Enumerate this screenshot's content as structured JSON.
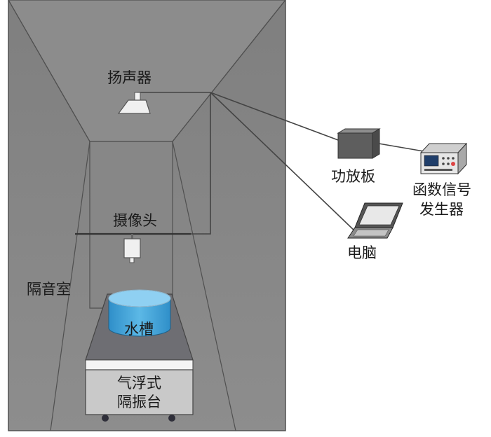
{
  "labels": {
    "speaker": "扬声器",
    "camera": "摄像头",
    "soundproof_room": "隔音室",
    "water_tank": "水槽",
    "isolation_table_line1": "气浮式",
    "isolation_table_line2": "隔振台",
    "amplifier": "功放板",
    "function_generator_line1": "函数信号",
    "function_generator_line2": "发生器",
    "computer": "电脑"
  },
  "colors": {
    "room_wall": "#8a8a8a",
    "room_edge": "#505050",
    "water": "#3aa0d6",
    "table_top": "#6e6e73",
    "table_body": "#c9c9c9",
    "cable": "#444444"
  }
}
